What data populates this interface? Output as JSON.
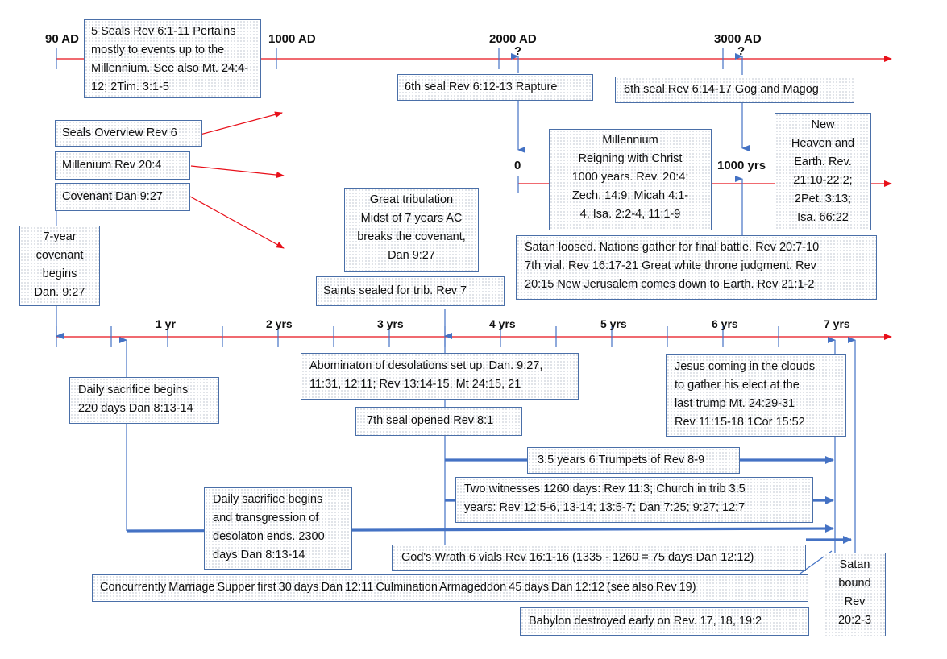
{
  "top_axis": {
    "labels": [
      "90 AD",
      "1000 AD",
      "2000 AD",
      "3000 AD"
    ],
    "question_marks": [
      "?",
      "?"
    ]
  },
  "millennium_axis": {
    "start_label": "0",
    "end_label": "1000 yrs"
  },
  "week_axis": {
    "ticks": [
      "1 yr",
      "2 yrs",
      "3 yrs",
      "4 yrs",
      "5 yrs",
      "6 yrs",
      "7 yrs"
    ]
  },
  "boxes": {
    "five_seals": "5 Seals Rev 6:1-11 Pertains mostly to events up to the Millennium.  See also Mt. 24:4-12; 2Tim. 3:1-5",
    "sixth_seal_rapture": "6th seal Rev 6:12-13 Rapture",
    "sixth_seal_gog": "6th seal Rev 6:14-17 Gog and Magog",
    "seals_overview": "Seals Overview Rev 6",
    "millenium": "Millenium  Rev 20:4",
    "covenant": "Covenant Dan 9:27",
    "millennium_reign": "Millennium\nReigning with Christ\n1000 years. Rev. 20:4;\nZech. 14:9; Micah 4:1-\n4, Isa. 2:2-4, 11:1-9",
    "new_heaven": "New\nHeaven and\nEarth. Rev.\n21:10-22:2;\n2Pet. 3:13;\nIsa. 66:22",
    "seven_year_covenant": "7-year\ncovenant\nbegins\nDan. 9:27",
    "great_tribulation": "Great tribulation\nMidst of 7 years AC\nbreaks the covenant,\nDan 9:27",
    "saints_sealed": "Saints sealed for trib. Rev 7",
    "satan_loosed": "Satan loosed. Nations gather for final battle. Rev 20:7-10\n7th vial. Rev 16:17-21 Great white throne judgment.  Rev\n20:15 New Jerusalem comes down to Earth. Rev 21:1-2",
    "abomination": "Abominaton of desolations set up, Dan. 9:27,\n11:31, 12:11; Rev 13:14-15, Mt 24:15, 21",
    "jesus_coming": "Jesus coming in the clouds\nto gather his elect at the\nlast trump  Mt. 24:29-31\nRev 11:15-18 1Cor 15:52",
    "daily_sacrifice_begins": "Daily sacrifice begins\n220 days Dan 8:13-14",
    "seventh_seal": "7th seal opened Rev 8:1",
    "trumpets": "3.5 years 6 Trumpets of Rev 8-9",
    "two_witnesses": "Two witnesses 1260 days: Rev 11:3; Church in trib 3.5\nyears: Rev 12:5-6, 13-14; 13:5-7; Dan 7:25; 9:27; 12:7",
    "daily_sacrifice_2300": "Daily sacrifice begins\nand transgression of\ndesolaton ends. 2300\ndays Dan 8:13-14",
    "gods_wrath": "God's Wrath 6 vials Rev 16:1-16 (1335 - 1260 = 75 days Dan 12:12)",
    "satan_bound": "Satan\nbound\nRev\n20:2-3",
    "marriage_supper": "Concurrently  Marriage  Supper  first  30 days  Dan 12:11  Culmination  Armageddon  45 days  Dan 12:12  (see also Rev 19)",
    "babylon": "Babylon destroyed early on Rev. 17, 18, 19:2"
  },
  "colors": {
    "axis": "#e8101a",
    "arrow": "#4472c4",
    "border": "#4a6fa8"
  }
}
